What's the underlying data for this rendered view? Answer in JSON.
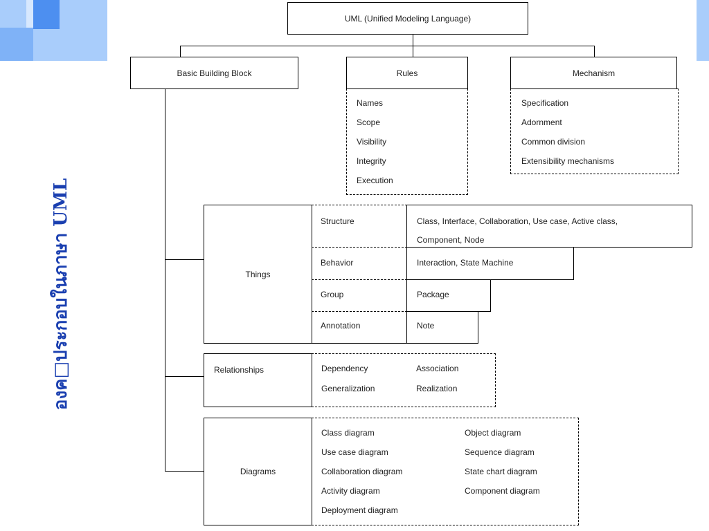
{
  "side_title": "องค□ประกอบในภาษา UML",
  "colors": {
    "title": "#1a3fb0",
    "square_light": "#a9cdfb",
    "square_mid": "#7fb2f7",
    "square_dark": "#4d8ff0"
  },
  "root": "UML (Unified Modeling Language)",
  "level1": {
    "basic": "Basic Building Block",
    "rules": "Rules",
    "mechanism": "Mechanism"
  },
  "rules_items": [
    "Names",
    "Scope",
    "Visibility",
    "Integrity",
    "Execution"
  ],
  "mechanism_items": [
    "Specification",
    "Adornment",
    "Common division",
    "Extensibility mechanisms"
  ],
  "things": {
    "label": "Things",
    "rows": [
      {
        "name": "Structure",
        "value_line1": "Class, Interface, Collaboration, Use case, Active class,",
        "value_line2": "Component, Node"
      },
      {
        "name": "Behavior",
        "value": "Interaction, State Machine"
      },
      {
        "name": "Group",
        "value": "Package"
      },
      {
        "name": "Annotation",
        "value": "Note"
      }
    ]
  },
  "relationships": {
    "label": "Relationships",
    "items": [
      "Dependency",
      "Association",
      "Generalization",
      "Realization"
    ]
  },
  "diagrams": {
    "label": "Diagrams",
    "left": [
      "Class diagram",
      "Use case diagram",
      "Collaboration diagram",
      "Activity diagram",
      "Deployment diagram"
    ],
    "right": [
      "Object diagram",
      "Sequence diagram",
      "State chart diagram",
      "Component diagram"
    ]
  }
}
